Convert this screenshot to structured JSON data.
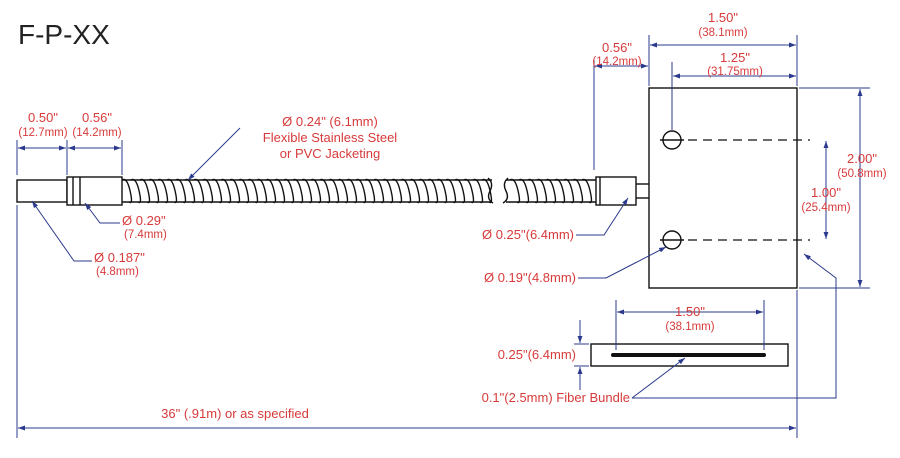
{
  "title": "F-P-XX",
  "probe": {
    "tip_len": "0.50\"",
    "tip_len_mm": "(12.7mm)",
    "ferrule_len": "0.56\"",
    "ferrule_len_mm": "(14.2mm)",
    "jacket_dia": "Ø 0.24\" (6.1mm)",
    "jacket_line1": "Flexible Stainless Steel",
    "jacket_line2": "or PVC Jacketing",
    "ferrule_dia": "Ø 0.29\"",
    "ferrule_dia_mm": "(7.4mm)",
    "tip_dia": "Ø 0.187\"",
    "tip_dia_mm": "(4.8mm)"
  },
  "block": {
    "width": "1.50\"",
    "width_mm": "(38.1mm)",
    "hole_offset": "0.56\"",
    "hole_offset_mm": "(14.2mm)",
    "edge_to_hole": "1.25\"",
    "edge_to_hole_mm": "(31.75mm)",
    "height": "2.00\"",
    "height_mm": "(50.8mm)",
    "hole_spacing": "1.00\"",
    "hole_spacing_mm": "(25.4mm)",
    "collar_dia": "Ø 0.25\"(6.4mm)",
    "hole_dia": "Ø 0.19\"(4.8mm)"
  },
  "end_view": {
    "width": "1.50\"",
    "width_mm": "(38.1mm)",
    "thickness": "0.25\"(6.4mm)",
    "bundle": "0.1\"(2.5mm) Fiber Bundle"
  },
  "overall_length": "36\" (.91m) or as specified"
}
